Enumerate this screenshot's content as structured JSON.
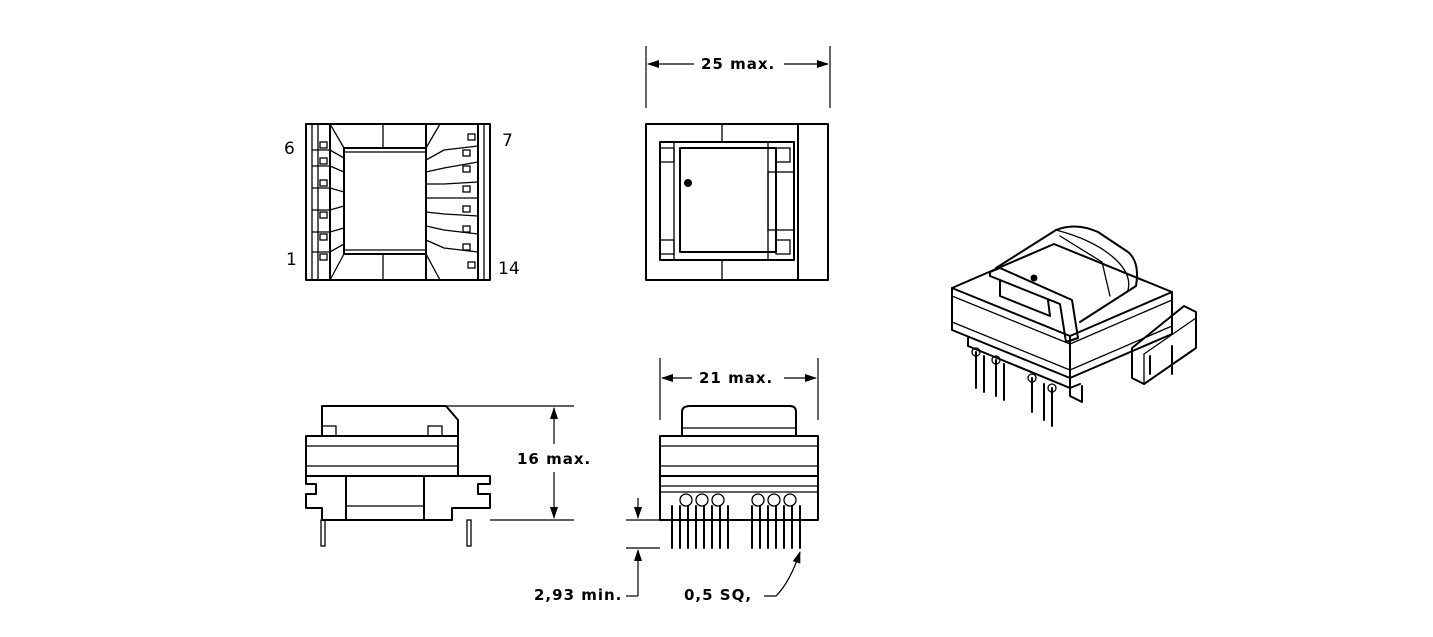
{
  "pins": {
    "p6": "6",
    "p1": "1",
    "p7": "7",
    "p14": "14"
  },
  "dimensions": {
    "width_top": "25  max.",
    "width_front": "21  max.",
    "height": "16  max.",
    "pin_length": "2,93  min.",
    "pin_section": "0,5  SQ,"
  }
}
